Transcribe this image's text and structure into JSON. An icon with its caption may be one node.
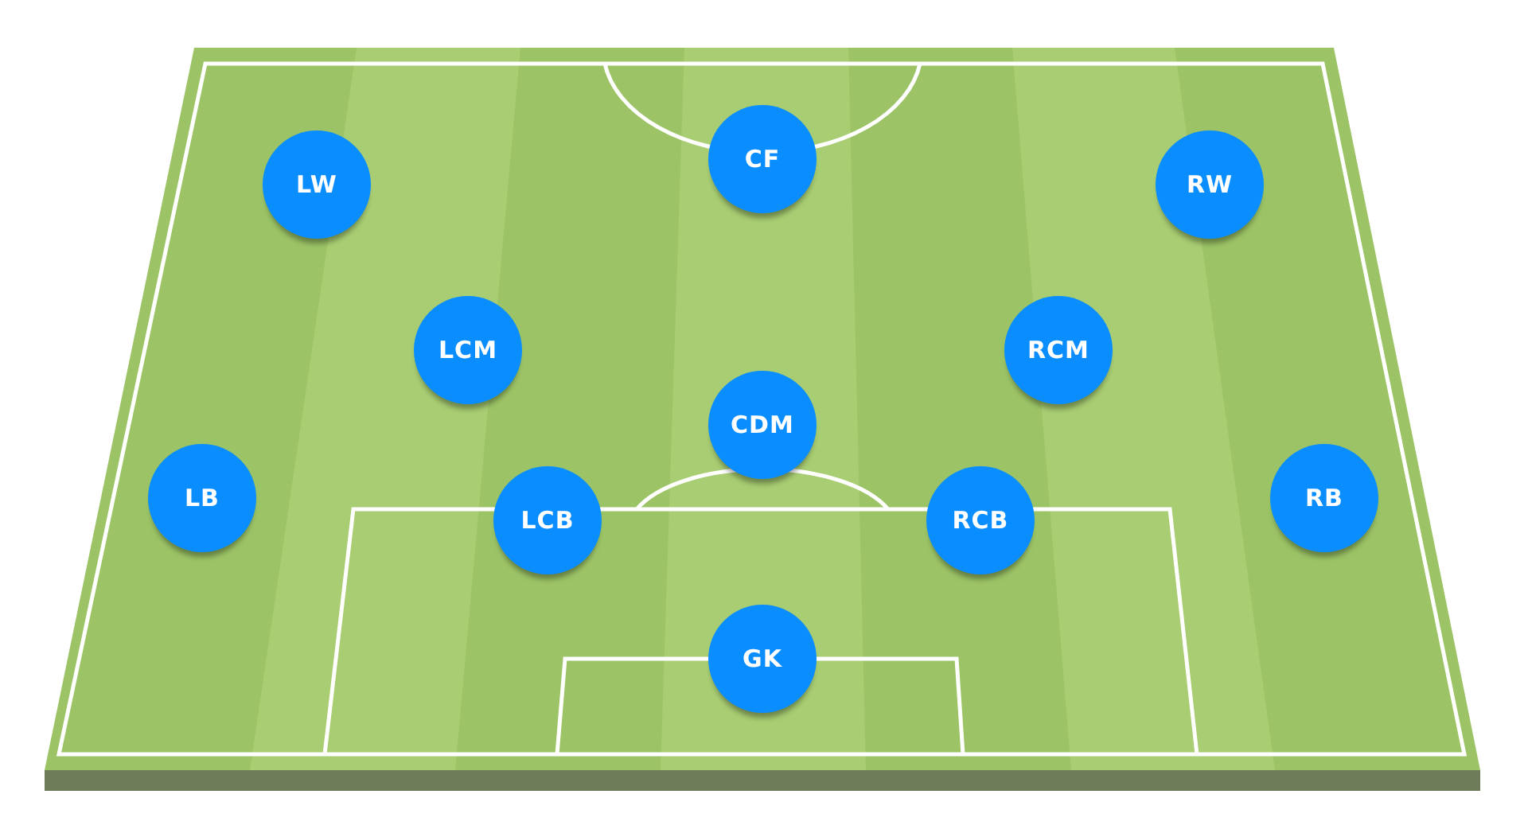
{
  "diagram": {
    "nodes": [
      {
        "text": [
          "LW"
        ]
      },
      {
        "text": [
          "CF"
        ]
      },
      {
        "text": [
          "RW"
        ]
      },
      {
        "text": [
          "LCM"
        ]
      },
      {
        "text": [
          "RCM"
        ]
      },
      {
        "text": [
          "CDM"
        ]
      },
      {
        "text": [
          "LB"
        ]
      },
      {
        "text": [
          "RB"
        ]
      },
      {
        "text": [
          "LCB"
        ]
      },
      {
        "text": [
          "RCB"
        ]
      },
      {
        "text": [
          "GK"
        ]
      }
    ]
  }
}
